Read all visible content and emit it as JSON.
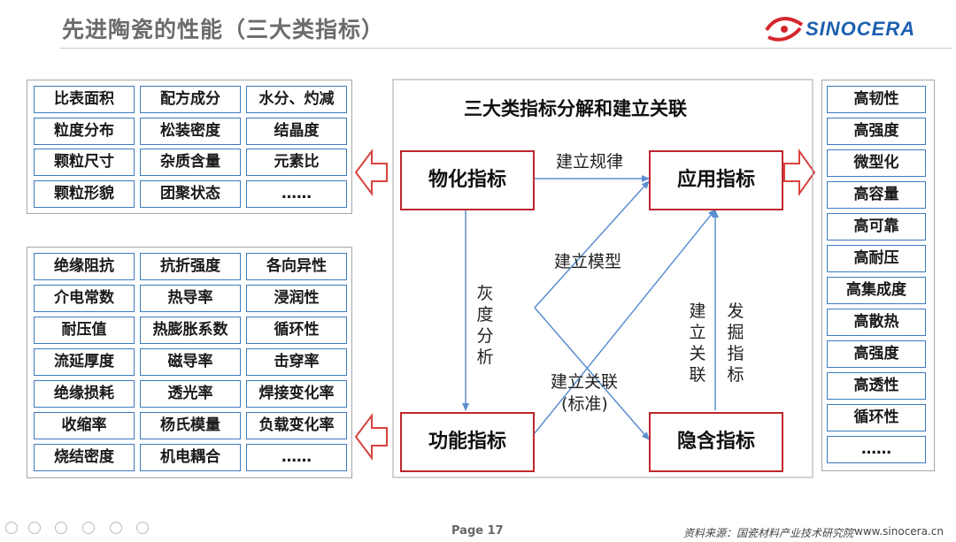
{
  "header": {
    "title": "先进陶瓷的性能（三大类指标）",
    "logo_text": "SINOCERA",
    "logo_icon": "sinocera-logo-icon"
  },
  "diagram": {
    "title": "三大类指标分解和建立关联",
    "nodes": {
      "physchem": "物化指标",
      "application": "应用指标",
      "functional": "功能指标",
      "hidden": "隐含指标"
    },
    "edge_labels": {
      "law": "建立规律",
      "model": "建立模型",
      "grey": "灰度分析",
      "assoc_line1": "建立关联",
      "assoc_line2": "(标准)",
      "build_assoc": "建立关联",
      "discover": "发掘指标"
    }
  },
  "physchem_group": [
    [
      "比表面积",
      "配方成分",
      "水分、灼减"
    ],
    [
      "粒度分布",
      "松装密度",
      "结晶度"
    ],
    [
      "颗粒尺寸",
      "杂质含量",
      "元素比"
    ],
    [
      "颗粒形貌",
      "团聚状态",
      "……"
    ]
  ],
  "functional_group": [
    [
      "绝缘阻抗",
      "抗折强度",
      "各向异性"
    ],
    [
      "介电常数",
      "热导率",
      "浸润性"
    ],
    [
      "耐压值",
      "热膨胀系数",
      "循环性"
    ],
    [
      "流延厚度",
      "磁导率",
      "击穿率"
    ],
    [
      "绝缘损耗",
      "透光率",
      "焊接变化率"
    ],
    [
      "收缩率",
      "杨氏模量",
      "负载变化率"
    ],
    [
      "烧结密度",
      "机电耦合",
      "……"
    ]
  ],
  "application_group": [
    "高韧性",
    "高强度",
    "微型化",
    "高容量",
    "高可靠",
    "高耐压",
    "高集成度",
    "高散热",
    "高强度",
    "高透性",
    "循环性",
    "……"
  ],
  "footer": {
    "page": "Page 17",
    "source": "资料来源：国瓷材料产业技术研究院",
    "url": "www.sinocera.cn"
  },
  "colors": {
    "node_border": "#c0262d",
    "cell_border": "#3d7bbf",
    "arrow_line": "#5b8fd0",
    "block_arrow": "#d9433f"
  }
}
